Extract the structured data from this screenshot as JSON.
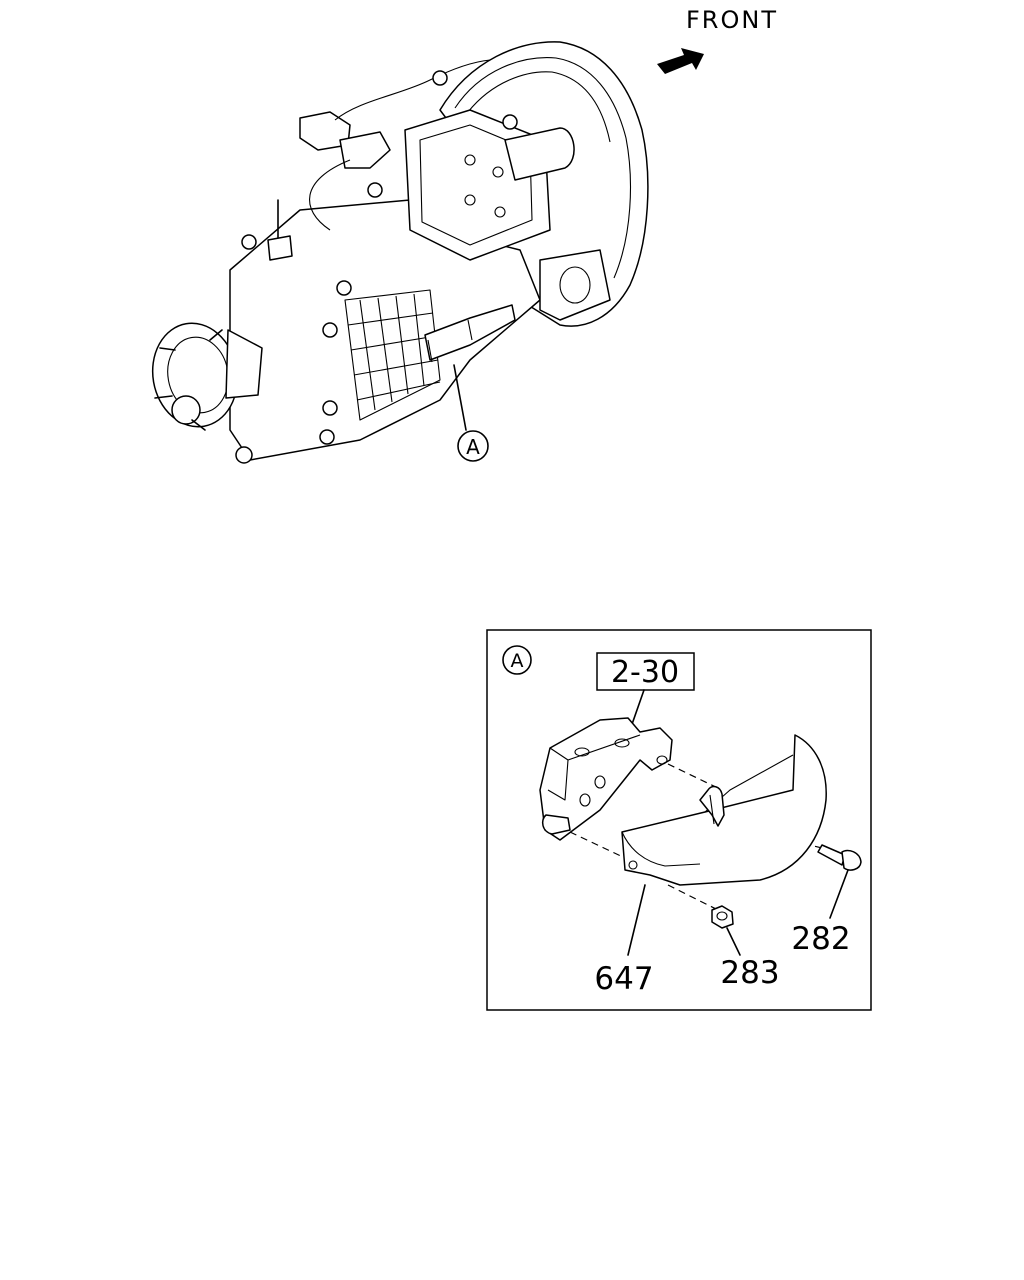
{
  "front_label": "FRONT",
  "callout_letter": "A",
  "detail": {
    "letter": "A",
    "ref_box": "2-30",
    "parts": [
      "647",
      "283",
      "282"
    ]
  }
}
